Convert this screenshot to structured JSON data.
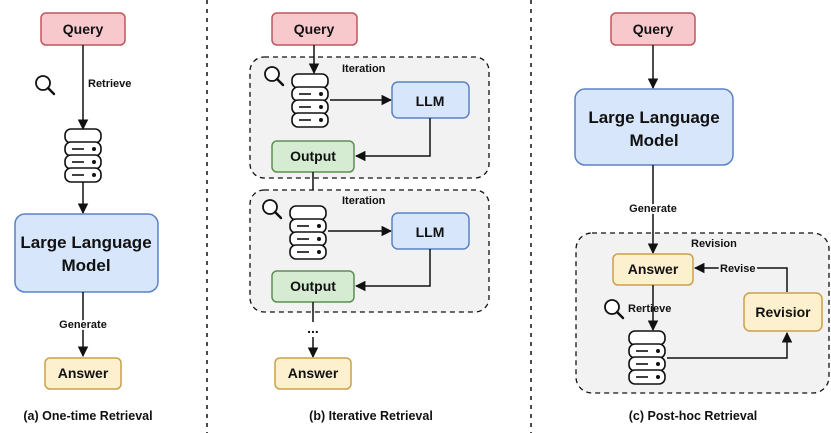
{
  "colors": {
    "query_fill": "#f8c9cc",
    "query_stroke": "#c0565e",
    "llm_fill": "#d7e6fb",
    "llm_stroke": "#5b82c2",
    "output_fill": "#d6ecd2",
    "output_stroke": "#5d8f55",
    "answer_fill": "#fdf0cf",
    "answer_stroke": "#c9a14a",
    "region_fill": "#f2f2f2",
    "line": "#111111"
  },
  "panel_a": {
    "query": "Query",
    "retrieve": "Retrieve",
    "llm_line1": "Large Language",
    "llm_line2": "Model",
    "generate": "Generate",
    "answer": "Answer",
    "caption": "(a) One-time Retrieval"
  },
  "panel_b": {
    "query": "Query",
    "iteration_1": "Iteration",
    "llm_1": "LLM",
    "output_1": "Output",
    "iteration_2": "Iteration",
    "llm_2": "LLM",
    "output_2": "Output",
    "ellipsis": "...",
    "answer": "Answer",
    "caption": "(b) Iterative Retrieval"
  },
  "panel_c": {
    "query": "Query",
    "llm_line1": "Large Language",
    "llm_line2": "Model",
    "generate": "Generate",
    "revision": "Revision",
    "answer": "Answer",
    "revise": "Revise",
    "retrieve": "Rertieve",
    "revisior": "Revisior",
    "caption": "(c) Post-hoc Retrieval"
  }
}
